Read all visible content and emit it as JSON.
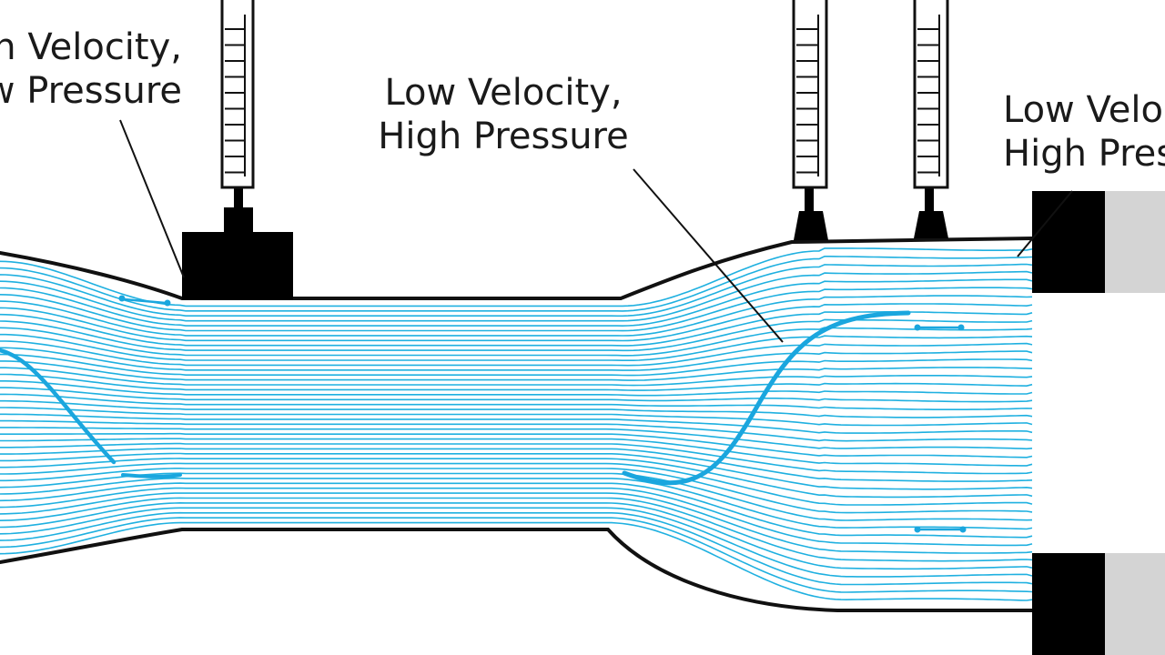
{
  "labels": {
    "left": {
      "line1": "h Velocity,",
      "line2": "w Pressure"
    },
    "middle": {
      "line1": "Low Velocity,",
      "line2": "High Pressure"
    },
    "right": {
      "line1": "Low Velo",
      "line2": "High Pres"
    }
  },
  "colors": {
    "water": "#1fb0e0",
    "water_bold": "#1aa6de",
    "outline": "#111111",
    "flange": "#000000",
    "flange_grey": "#d4d4d4"
  },
  "icons": [
    "syringe-gauge-icon",
    "pressure-tap-icon"
  ]
}
